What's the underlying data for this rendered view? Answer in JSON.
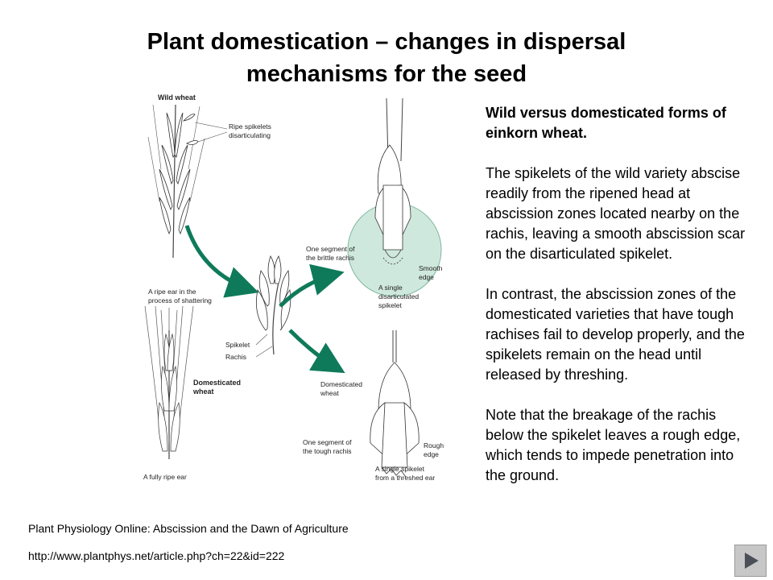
{
  "slide": {
    "title_line1": "Plant domestication – changes in dispersal",
    "title_line2": "mechanisms for the seed"
  },
  "figure": {
    "labels": {
      "wild_wheat": "Wild wheat",
      "ripe_spikelets_1": "Ripe spikelets",
      "ripe_spikelets_2": "disarticulating",
      "ripe_ear_1": "A ripe ear in the",
      "ripe_ear_2": "process of shattering",
      "brittle_1": "One segment of",
      "brittle_2": "the brittle rachis",
      "smooth_1": "Smooth",
      "smooth_2": "edge",
      "single_dis_1": "A single",
      "single_dis_2": "disarticulated",
      "single_dis_3": "spikelet",
      "spikelet": "Spikelet",
      "rachis": "Rachis",
      "domesticated_1": "Domesticated",
      "domesticated_2": "wheat",
      "dom_mid_1": "Domesticated",
      "dom_mid_2": "wheat",
      "tough_1": "One segment of",
      "tough_2": "the tough rachis",
      "rough_1": "Rough",
      "rough_2": "edge",
      "single_thr_1": "A single spikelet",
      "single_thr_2": "from a threshed ear",
      "fully_ripe": "A fully ripe ear"
    }
  },
  "description": {
    "heading": "Wild versus domesticated forms of einkorn wheat.",
    "para1": "The spikelets of the wild variety abscise readily from the ripened head at abscission zones located nearby on the rachis, leaving a smooth abscission scar on the disarticulated spikelet.",
    "para2": "In contrast, the abscission zones of the domesticated varieties that have tough rachises fail to develop properly, and the spikelets remain on the head until released by threshing.",
    "para3": "Note that the breakage of the rachis below the spikelet leaves a rough edge, which tends to impede penetration into the ground."
  },
  "source": {
    "citation": "Plant Physiology Online: Abscission and the Dawn of Agriculture",
    "url": "http://www.plantphys.net/article.php?ch=22&id=222"
  },
  "colors": {
    "arrow": "#0f7a5a",
    "highlight_circle": "#cfe8dd"
  },
  "icons": {
    "next": "play-triangle-icon"
  }
}
